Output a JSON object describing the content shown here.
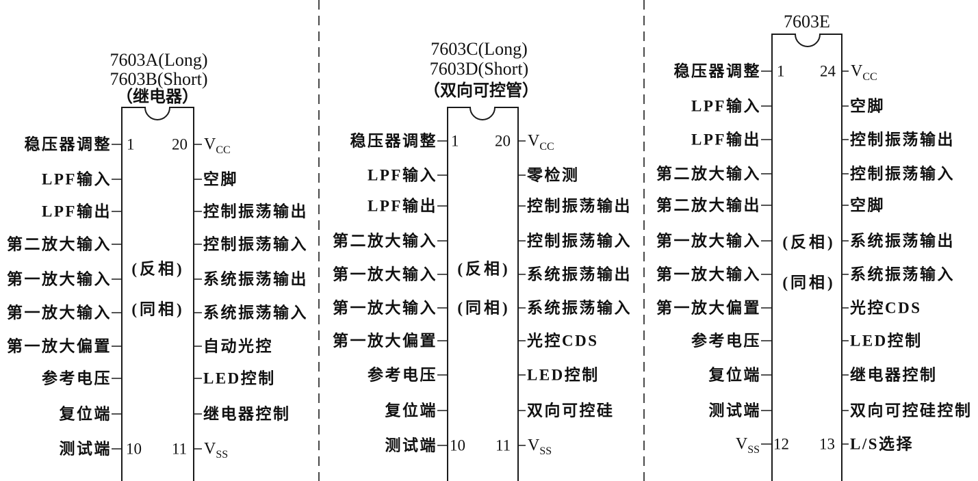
{
  "panels": [
    {
      "title": [
        "7603A(Long)",
        "7603B(Short)",
        "（继电器）"
      ],
      "left_pins": [
        "稳压器调整",
        "LPF输入",
        "LPF输出",
        "第二放大输入",
        "第一放大输入",
        "第一放大输入",
        "第一放大偏置",
        "参考电压",
        "复位端",
        "测试端"
      ],
      "right_pins": [
        "空脚",
        "控制振荡输出",
        "控制振荡输入",
        "系统振荡输出",
        "系统振荡输入",
        "自动光控",
        "LED控制",
        "继电器控制"
      ],
      "vcc": {
        "base": "V",
        "sub": "CC"
      },
      "vss": {
        "base": "V",
        "sub": "SS"
      },
      "pin_numbers": {
        "top_left": "1",
        "top_right": "20",
        "bottom_left": "10",
        "bottom_right": "11"
      },
      "inside": [
        "(反相)",
        "(同相)"
      ]
    },
    {
      "title": [
        "7603C(Long)",
        "7603D(Short)",
        "（双向可控管）"
      ],
      "left_pins": [
        "稳压器调整",
        "LPF输入",
        "LPF输出",
        "第二放大输入",
        "第一放大输入",
        "第一放大输入",
        "第一放大偏置",
        "参考电压",
        "复位端",
        "测试端"
      ],
      "right_pins": [
        "零检测",
        "控制振荡输出",
        "控制振荡输入",
        "系统振荡输出",
        "系统振荡输入",
        "光控CDS",
        "LED控制",
        "双向可控硅"
      ],
      "vcc": {
        "base": "V",
        "sub": "CC"
      },
      "vss": {
        "base": "V",
        "sub": "SS"
      },
      "pin_numbers": {
        "top_left": "1",
        "top_right": "20",
        "bottom_left": "10",
        "bottom_right": "11"
      },
      "inside": [
        "(反相)",
        "(同相)"
      ]
    },
    {
      "title": [
        "7603E"
      ],
      "left_pins": [
        "稳压器调整",
        "LPF输入",
        "LPF输出",
        "第二放大输入",
        "第二放大输出",
        "第一放大输入",
        "第一放大输入",
        "第一放大偏置",
        "参考电压",
        "复位端",
        "测试端"
      ],
      "right_pins": [
        "空脚",
        "控制振荡输出",
        "控制振荡输入",
        "空脚",
        "系统振荡输出",
        "系统振荡输入",
        "光控CDS",
        "LED控制",
        "继电器控制",
        "双向可控硅控制",
        "L/S选择"
      ],
      "vcc": {
        "base": "V",
        "sub": "CC"
      },
      "vss": {
        "base": "V",
        "sub": "SS"
      },
      "pin_numbers": {
        "top_left": "1",
        "top_right": "24",
        "bottom_left": "12",
        "bottom_right": "13"
      },
      "inside": [
        "(反相)",
        "(同相)"
      ]
    }
  ]
}
